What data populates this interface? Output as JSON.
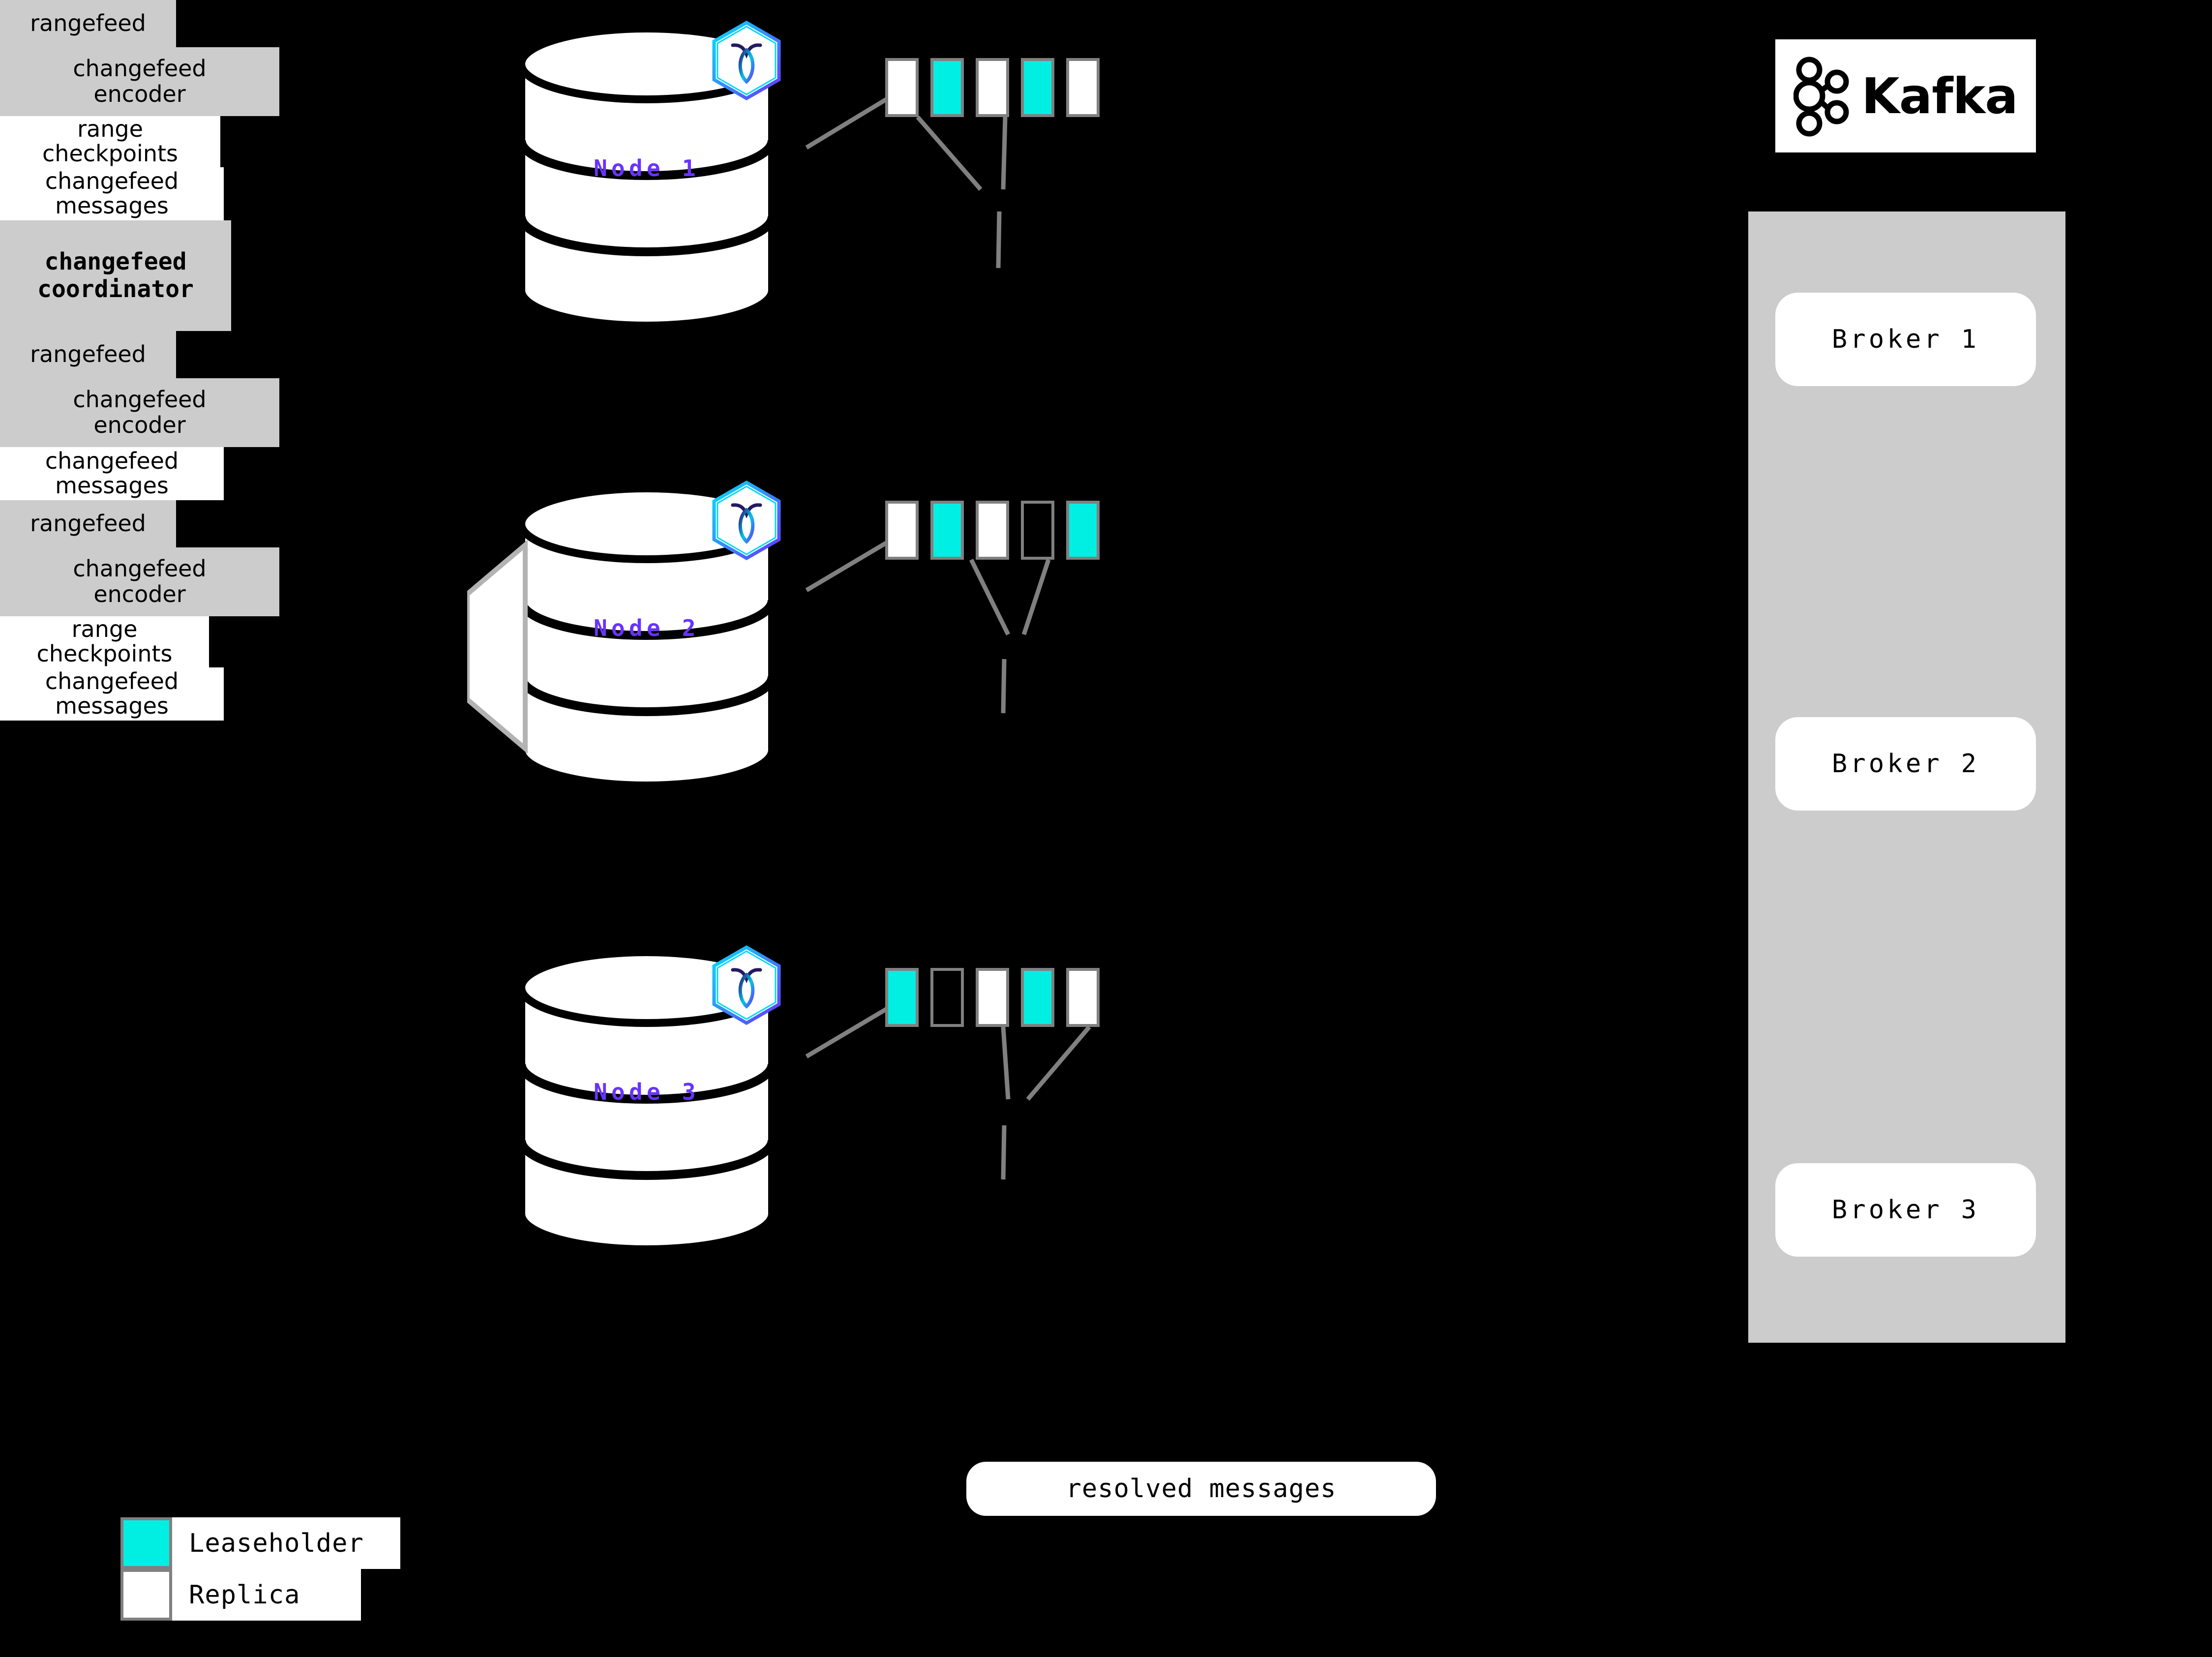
{
  "nodes": [
    {
      "label": "Node 1",
      "logo_icon": "cockroachdb-hexagon-icon",
      "ranges": [
        "replica",
        "leaseholder",
        "replica",
        "leaseholder",
        "replica"
      ],
      "rangefeed_label": "rangefeed",
      "encoder_label": "changefeed encoder",
      "encoder_line1": "changefeed",
      "encoder_line2": "encoder",
      "checkpoint_line1": "range",
      "checkpoint_line2": "checkpoints",
      "messages_line1": "changefeed",
      "messages_line2": "messages"
    },
    {
      "label": "Node 2",
      "logo_icon": "cockroachdb-hexagon-icon",
      "ranges": [
        "replica",
        "leaseholder",
        "replica",
        "empty",
        "leaseholder"
      ],
      "rangefeed_label": "rangefeed",
      "encoder_label": "changefeed encoder",
      "encoder_line1": "changefeed",
      "encoder_line2": "encoder",
      "coordinator_line1": "changefeed",
      "coordinator_line2": "coordinator",
      "messages_line1": "changefeed",
      "messages_line2": "messages"
    },
    {
      "label": "Node 3",
      "logo_icon": "cockroachdb-hexagon-icon",
      "ranges": [
        "leaseholder",
        "empty",
        "replica",
        "leaseholder",
        "replica"
      ],
      "rangefeed_label": "rangefeed",
      "encoder_label": "changefeed encoder",
      "encoder_line1": "changefeed",
      "encoder_line2": "encoder",
      "checkpoint_line1": "range",
      "checkpoint_line2": "checkpoints",
      "messages_line1": "changefeed",
      "messages_line2": "messages"
    }
  ],
  "kafka": {
    "logo_icon": "kafka-node-graph-icon",
    "wordmark": "Kafka",
    "brokers": [
      "Broker 1",
      "Broker 2",
      "Broker 3"
    ]
  },
  "resolved": {
    "label": "resolved messages"
  },
  "legend": {
    "items": [
      {
        "swatch": "leaseholder",
        "label": "Leaseholder"
      },
      {
        "swatch": "replica",
        "label": "Replica"
      }
    ]
  },
  "colors": {
    "background": "#000000",
    "leaseholder": "#00EFE3",
    "replica": "#FFFFFF",
    "box_border": "#808080",
    "gray_fill": "#CCCCCC",
    "node_label": "#6933FF",
    "connector": "#808080"
  }
}
